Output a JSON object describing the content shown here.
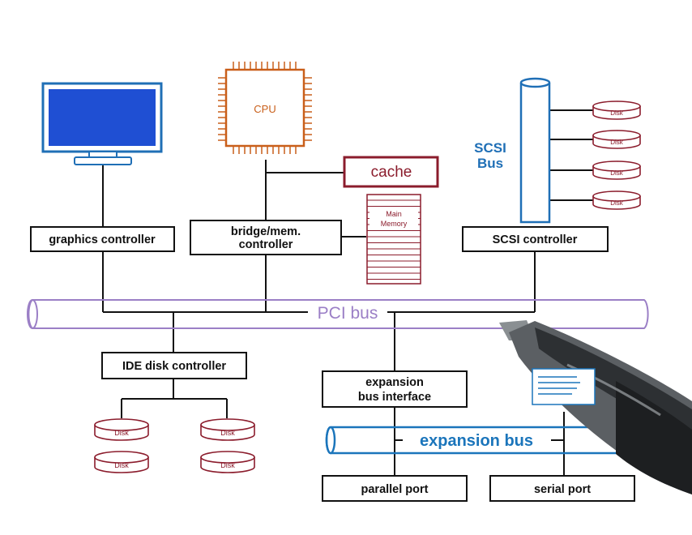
{
  "diagram": {
    "pci_bus": "PCI bus",
    "expansion_bus": "expansion bus",
    "cpu": "CPU",
    "cache": "cache",
    "main_memory_line1": "Main",
    "main_memory_line2": "Memory",
    "scsi_bus_line1": "SCSI",
    "scsi_bus_line2": "Bus",
    "graphics_controller": "graphics controller",
    "bridge_line1": "bridge/mem.",
    "bridge_line2": "controller",
    "scsi_controller": "SCSI controller",
    "ide_controller": "IDE disk controller",
    "expansion_iface_line1": "expansion",
    "expansion_iface_line2": "bus interface",
    "parallel_port": "parallel port",
    "serial_port": "serial port",
    "disk": "Disk"
  },
  "colors": {
    "pci_bus": "#9b7fc6",
    "expansion_bus": "#1b75bb",
    "cpu": "#c95f1a",
    "memory": "#8b1c2c",
    "scsi": "#1f6fb6",
    "monitor": "#1f4fd3",
    "ink": "#111111"
  }
}
